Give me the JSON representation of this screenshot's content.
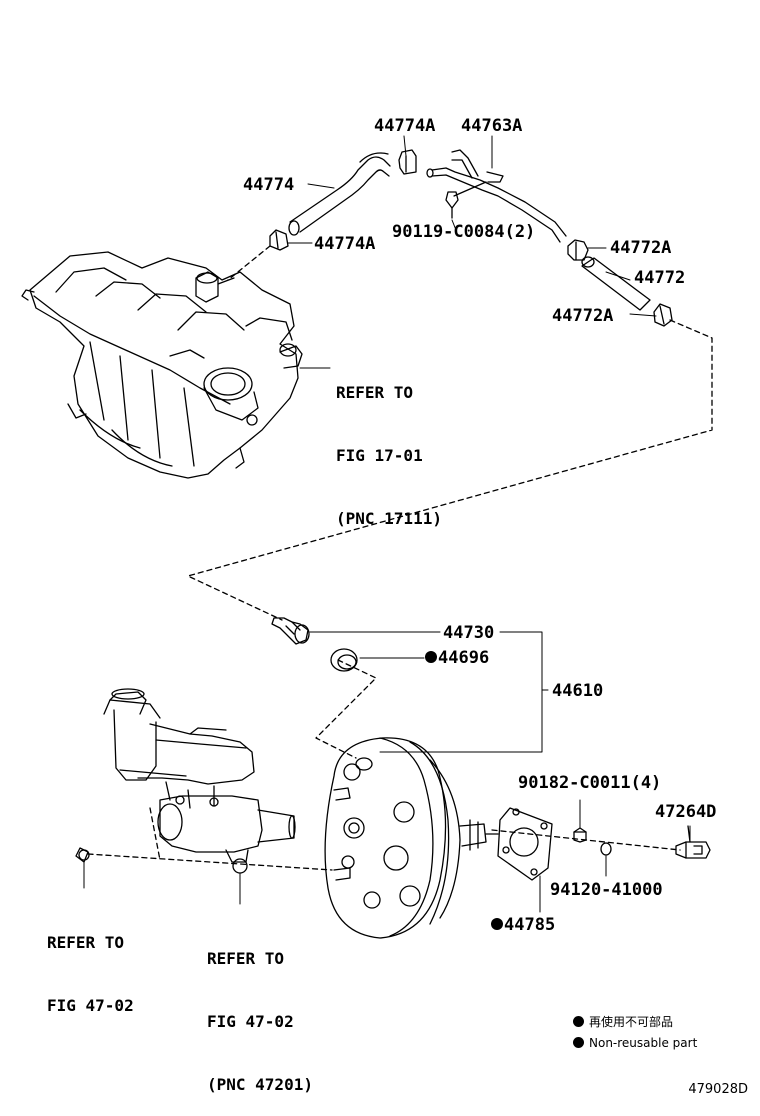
{
  "parts": {
    "p44774A_top": "44774A",
    "p44763A": "44763A",
    "p44774": "44774",
    "p90119": "90119-C0084(2)",
    "p44774A_bottom": "44774A",
    "p44772A_top": "44772A",
    "p44772": "44772",
    "p44772A_bottom": "44772A",
    "p44730": "44730",
    "p44696": "44696",
    "p44610": "44610",
    "p90182": "90182-C0011(4)",
    "p47264D": "47264D",
    "p94120": "94120-41000",
    "p44785": "44785"
  },
  "references": {
    "manifold": [
      "REFER TO",
      "FIG 17-01",
      "(PNC 17111)"
    ],
    "left": [
      "REFER TO",
      "FIG 47-02"
    ],
    "master_cyl": [
      "REFER TO",
      "FIG 47-02",
      "(PNC 47201)"
    ]
  },
  "legend": {
    "jp": "再使用不可部品",
    "en": "Non-reusable part"
  },
  "figure_id": "479028D"
}
